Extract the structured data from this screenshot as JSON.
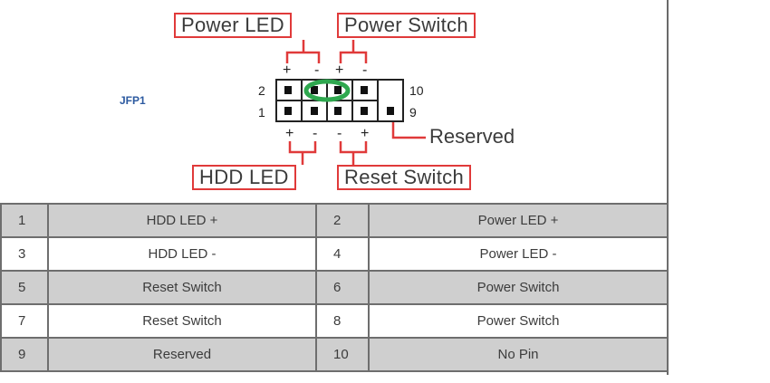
{
  "diagram": {
    "connector_label": "JFP1",
    "labels": {
      "power_led": "Power LED",
      "power_switch": "Power Switch",
      "hdd_led": "HDD LED",
      "reset_switch": "Reset Switch",
      "reserved": "Reserved"
    },
    "pin_numbers": {
      "top_left": "2",
      "bottom_left": "1",
      "top_right": "10",
      "bottom_right": "9"
    },
    "polarity": {
      "plus": "+",
      "minus": "-"
    },
    "colors": {
      "label_border": "#e03a3a",
      "highlight_oval": "#2fa84f",
      "connector_label": "#2c5aa0"
    }
  },
  "table": {
    "rows": [
      {
        "pin_a": "1",
        "signal_a": "HDD LED +",
        "pin_b": "2",
        "signal_b": "Power LED +"
      },
      {
        "pin_a": "3",
        "signal_a": "HDD LED -",
        "pin_b": "4",
        "signal_b": "Power LED -"
      },
      {
        "pin_a": "5",
        "signal_a": "Reset Switch",
        "pin_b": "6",
        "signal_b": "Power Switch"
      },
      {
        "pin_a": "7",
        "signal_a": "Reset Switch",
        "pin_b": "8",
        "signal_b": "Power Switch"
      },
      {
        "pin_a": "9",
        "signal_a": "Reserved",
        "pin_b": "10",
        "signal_b": "No Pin"
      }
    ],
    "colors": {
      "shaded_row": "#cfcfcf",
      "border": "#6e6e6e"
    }
  }
}
